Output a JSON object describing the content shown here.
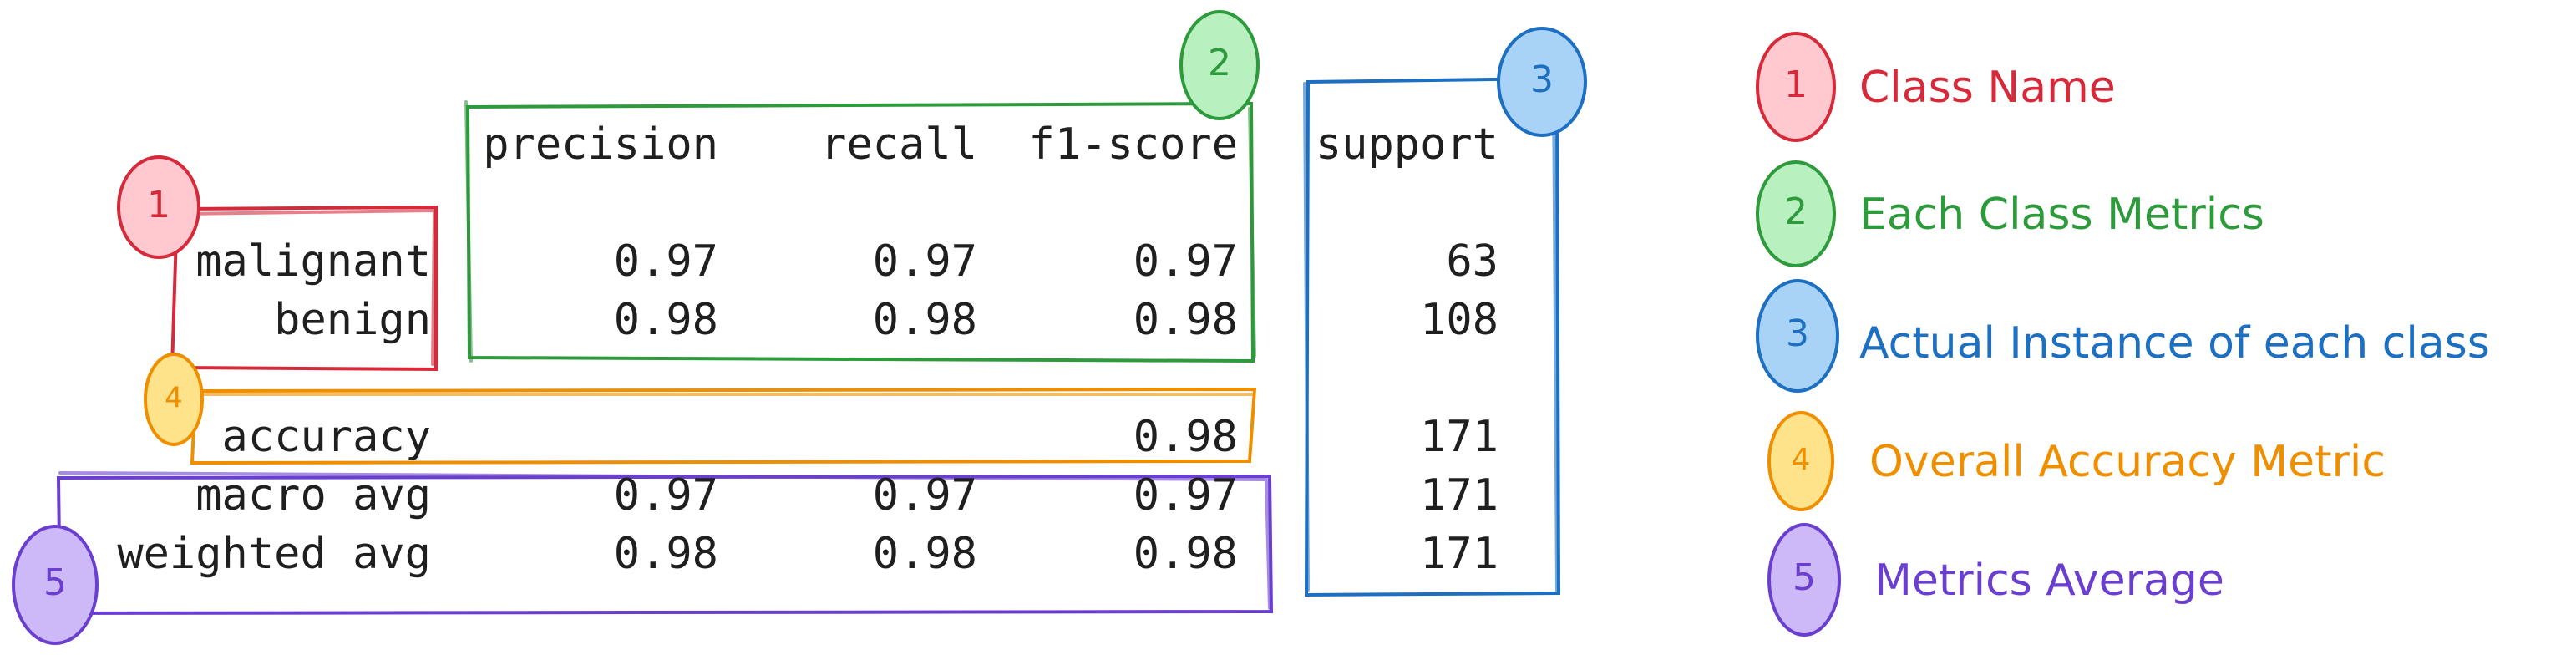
{
  "report": {
    "header": {
      "precision": "precision",
      "recall": "recall",
      "f1": "f1-score",
      "support": "support"
    },
    "rows": [
      {
        "label": "malignant",
        "precision": "0.97",
        "recall": "0.97",
        "f1": "0.97",
        "support": "63"
      },
      {
        "label": "benign",
        "precision": "0.98",
        "recall": "0.98",
        "f1": "0.98",
        "support": "108"
      },
      {
        "label": "accuracy",
        "precision": "",
        "recall": "",
        "f1": "0.98",
        "support": "171"
      },
      {
        "label": "macro avg",
        "precision": "0.97",
        "recall": "0.97",
        "f1": "0.97",
        "support": "171"
      },
      {
        "label": "weighted avg",
        "precision": "0.98",
        "recall": "0.98",
        "f1": "0.98",
        "support": "171"
      }
    ]
  },
  "badges": [
    {
      "number": "1",
      "color": "#d62a3a",
      "fill": "#ffc9cf"
    },
    {
      "number": "2",
      "color": "#2d9a3b",
      "fill": "#b8f0bf"
    },
    {
      "number": "3",
      "color": "#1c6fc1",
      "fill": "#a9d2f7"
    },
    {
      "number": "4",
      "color": "#ef8f00",
      "fill": "#ffe38a"
    },
    {
      "number": "5",
      "color": "#6a3fd0",
      "fill": "#cdb9f7"
    }
  ],
  "legend": [
    {
      "number": "1",
      "text": "Class Name",
      "color": "#d62a3a"
    },
    {
      "number": "2",
      "text": "Each Class Metrics",
      "color": "#2d9a3b"
    },
    {
      "number": "3",
      "text": "Actual Instance of each class",
      "color": "#1c6fc1"
    },
    {
      "number": "4",
      "text": "Overall Accuracy Metric",
      "color": "#ef8f00"
    },
    {
      "number": "5",
      "text": "Metrics Average",
      "color": "#6a3fd0"
    }
  ]
}
